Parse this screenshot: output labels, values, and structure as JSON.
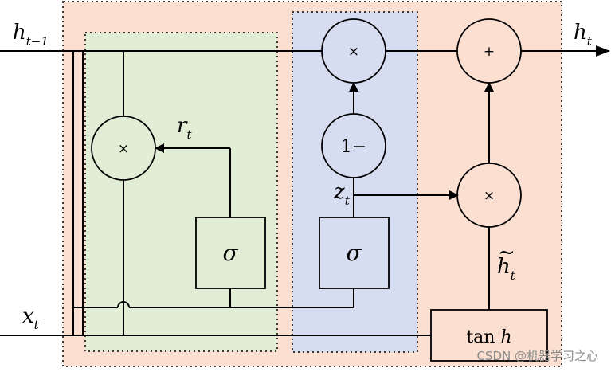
{
  "labels": {
    "h_prev": {
      "main": "h",
      "sub": "t−1"
    },
    "h_out": {
      "main": "h",
      "sub": "t"
    },
    "x_in": {
      "main": "x",
      "sub": "t"
    },
    "r_gate": {
      "main": "r",
      "sub": "t"
    },
    "z_gate": {
      "main": "z",
      "sub": "t"
    },
    "h_tilde": {
      "main": "h",
      "accent": "~",
      "sub": "t"
    }
  },
  "operators": {
    "multiply": "×",
    "add": "+",
    "one_minus": "1−"
  },
  "boxes": {
    "sigma_reset": "σ",
    "sigma_update": "σ",
    "tanh_main": "tan ",
    "tanh_var": "h"
  },
  "watermark": "CSDN @机器学习之心",
  "colors": {
    "outer_region": "#fbe0d2",
    "reset_region": "#e1eed5",
    "update_region": "#d6ddf1",
    "stroke": "#000000",
    "watermark": "#8a8a8a"
  }
}
